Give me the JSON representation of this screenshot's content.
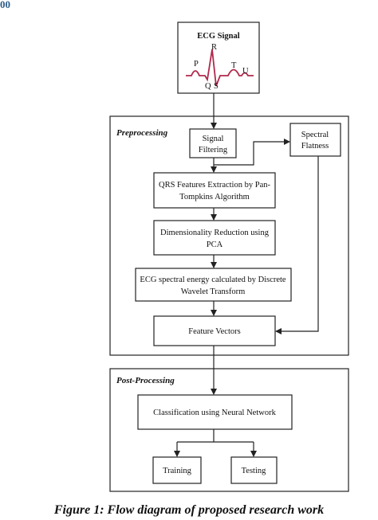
{
  "corner_text": "00",
  "groups": {
    "preprocessing": "Preprocessing",
    "postprocessing": "Post-Processing"
  },
  "nodes": {
    "ecg_title": "ECG Signal",
    "wave_p": "P",
    "wave_r": "R",
    "wave_q": "Q",
    "wave_s": "S",
    "wave_t": "T",
    "wave_u": "U",
    "signal_filtering_1": "Signal",
    "signal_filtering_2": "Filtering",
    "spectral_flatness_1": "Spectral",
    "spectral_flatness_2": "Flatness",
    "qrs_1": "QRS Features Extraction by Pan-",
    "qrs_2": "Tompkins Algorithm",
    "dim_1": "Dimensionality Reduction using",
    "dim_2": "PCA",
    "ecg_energy_1": "ECG spectral energy calculated by Discrete",
    "ecg_energy_2": "Wavelet Transform",
    "feature_vectors": "Feature Vectors",
    "classification": "Classification using Neural Network",
    "training": "Training",
    "testing": "Testing"
  },
  "caption": "Figure 1: Flow diagram of proposed research work"
}
